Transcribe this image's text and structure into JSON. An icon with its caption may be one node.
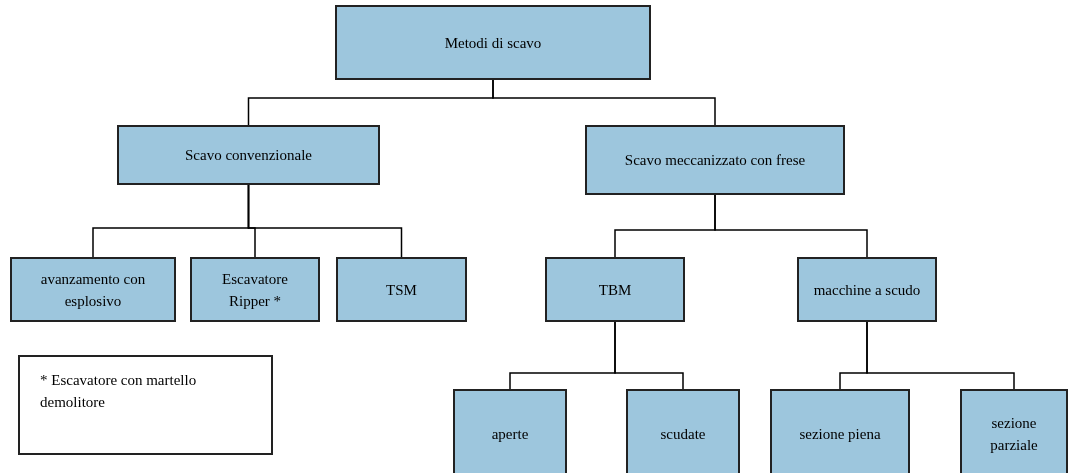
{
  "diagram": {
    "nodes": [
      {
        "text": [
          "Metodi di scavo"
        ]
      },
      {
        "text": [
          "Scavo convenzionale"
        ]
      },
      {
        "text": [
          "Scavo meccanizzato con frese"
        ]
      },
      {
        "text": [
          "avanzamento con esplosivo"
        ]
      },
      {
        "text": [
          "Escavatore Ripper *"
        ]
      },
      {
        "text": [
          "TSM"
        ]
      },
      {
        "text": [
          "TBM"
        ]
      },
      {
        "text": [
          "macchine a scudo"
        ]
      },
      {
        "text": [
          "* Escavatore con martello demolitore"
        ]
      },
      {
        "text": [
          "aperte"
        ]
      },
      {
        "text": [
          "scudate"
        ]
      },
      {
        "text": [
          "sezione piena"
        ]
      },
      {
        "text": [
          "sezione parziale"
        ]
      }
    ],
    "edges": [
      {
        "from": 0,
        "to": 1,
        "arrow": "none"
      },
      {
        "from": 0,
        "to": 2,
        "arrow": "none"
      },
      {
        "from": 1,
        "to": 3,
        "arrow": "none"
      },
      {
        "from": 1,
        "to": 4,
        "arrow": "none"
      },
      {
        "from": 1,
        "to": 5,
        "arrow": "none"
      },
      {
        "from": 2,
        "to": 6,
        "arrow": "none"
      },
      {
        "from": 2,
        "to": 7,
        "arrow": "none"
      },
      {
        "from": 6,
        "to": 9,
        "arrow": "none"
      },
      {
        "from": 6,
        "to": 10,
        "arrow": "none"
      },
      {
        "from": 7,
        "to": 11,
        "arrow": "none"
      },
      {
        "from": 7,
        "to": 12,
        "arrow": "none"
      }
    ]
  }
}
